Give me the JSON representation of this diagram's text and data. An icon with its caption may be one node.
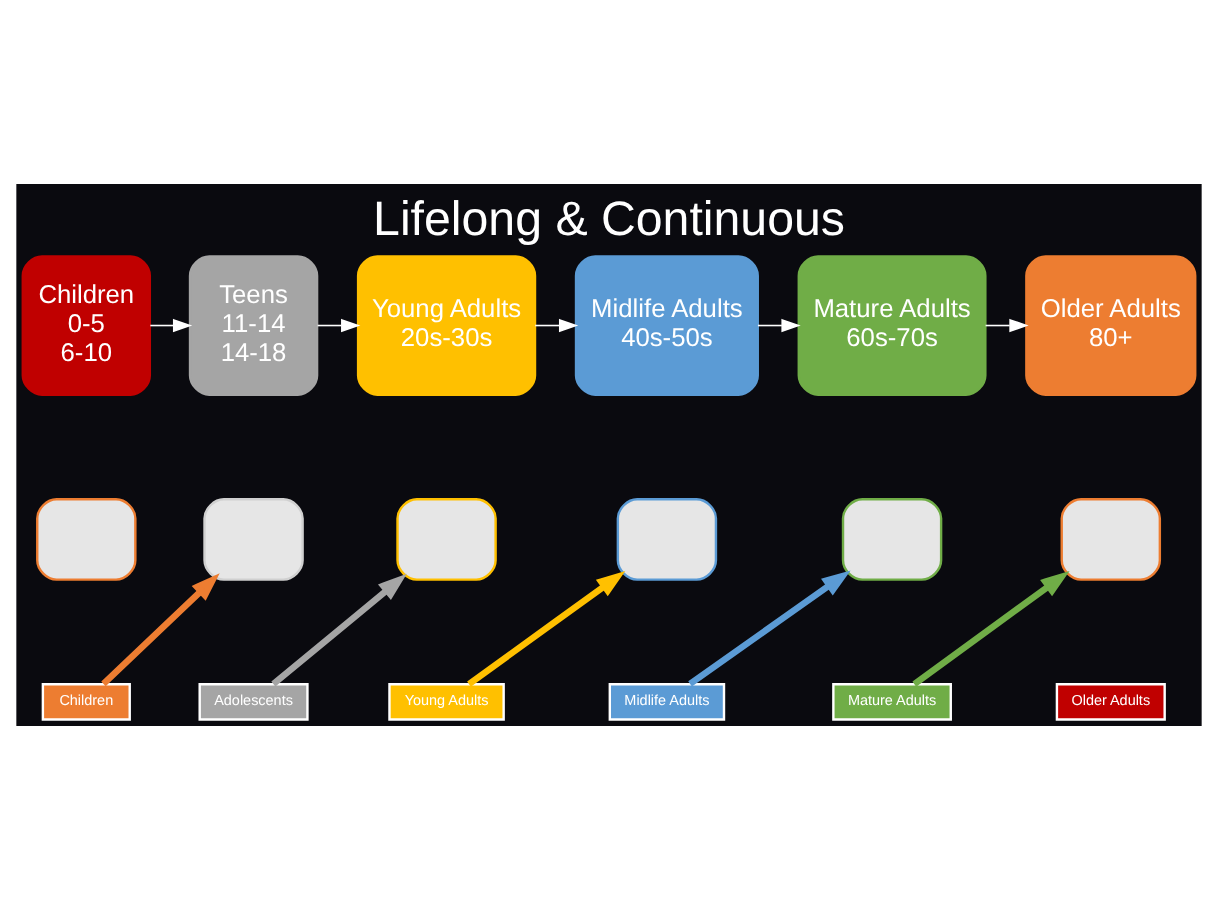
{
  "diagram": {
    "title": "Lifelong & Continuous",
    "nodes": [
      {
        "text": [
          "Children",
          "0-5",
          "6-10"
        ]
      },
      {
        "text": [
          "Teens",
          "11-14",
          "14-18"
        ]
      },
      {
        "text": [
          "Young Adults",
          "20s-30s"
        ]
      },
      {
        "text": [
          "Midlife Adults",
          "40s-50s"
        ]
      },
      {
        "text": [
          "Mature Adults",
          "60s-70s"
        ]
      },
      {
        "text": [
          "Older Adults",
          "80+"
        ]
      },
      {
        "text": [],
        "shape": "box"
      },
      {
        "text": [
          "Children"
        ]
      },
      {
        "text": [],
        "shape": "box"
      },
      {
        "text": [
          "Adolescents"
        ]
      },
      {
        "text": [],
        "shape": "box"
      },
      {
        "text": [
          "Young Adults"
        ]
      },
      {
        "text": [],
        "shape": "box"
      },
      {
        "text": [
          "Midlife Adults"
        ]
      },
      {
        "text": [],
        "shape": "box"
      },
      {
        "text": [
          "Mature Adults"
        ]
      },
      {
        "text": [],
        "shape": "box"
      },
      {
        "text": [
          "Older Adults"
        ]
      }
    ],
    "edges": [
      {
        "from": 0,
        "to": 1,
        "arrow": "to",
        "color": "#ffffff"
      },
      {
        "from": 1,
        "to": 2,
        "arrow": "to",
        "color": "#ffffff"
      },
      {
        "from": 2,
        "to": 3,
        "arrow": "to",
        "color": "#ffffff"
      },
      {
        "from": 3,
        "to": 4,
        "arrow": "to",
        "color": "#ffffff"
      },
      {
        "from": 4,
        "to": 5,
        "arrow": "to",
        "color": "#ffffff"
      },
      {
        "from": 7,
        "to": 8,
        "arrow": "to",
        "style": "thick",
        "color": "#ed7d31"
      },
      {
        "from": 9,
        "to": 10,
        "arrow": "to",
        "style": "thick",
        "color": "#a5a5a5"
      },
      {
        "from": 11,
        "to": 12,
        "arrow": "to",
        "style": "thick",
        "color": "#ffc000"
      },
      {
        "from": 13,
        "to": 14,
        "arrow": "to",
        "style": "thick",
        "color": "#5b9bd5"
      },
      {
        "from": 15,
        "to": 16,
        "arrow": "to",
        "style": "thick",
        "color": "#70ad47"
      }
    ]
  }
}
